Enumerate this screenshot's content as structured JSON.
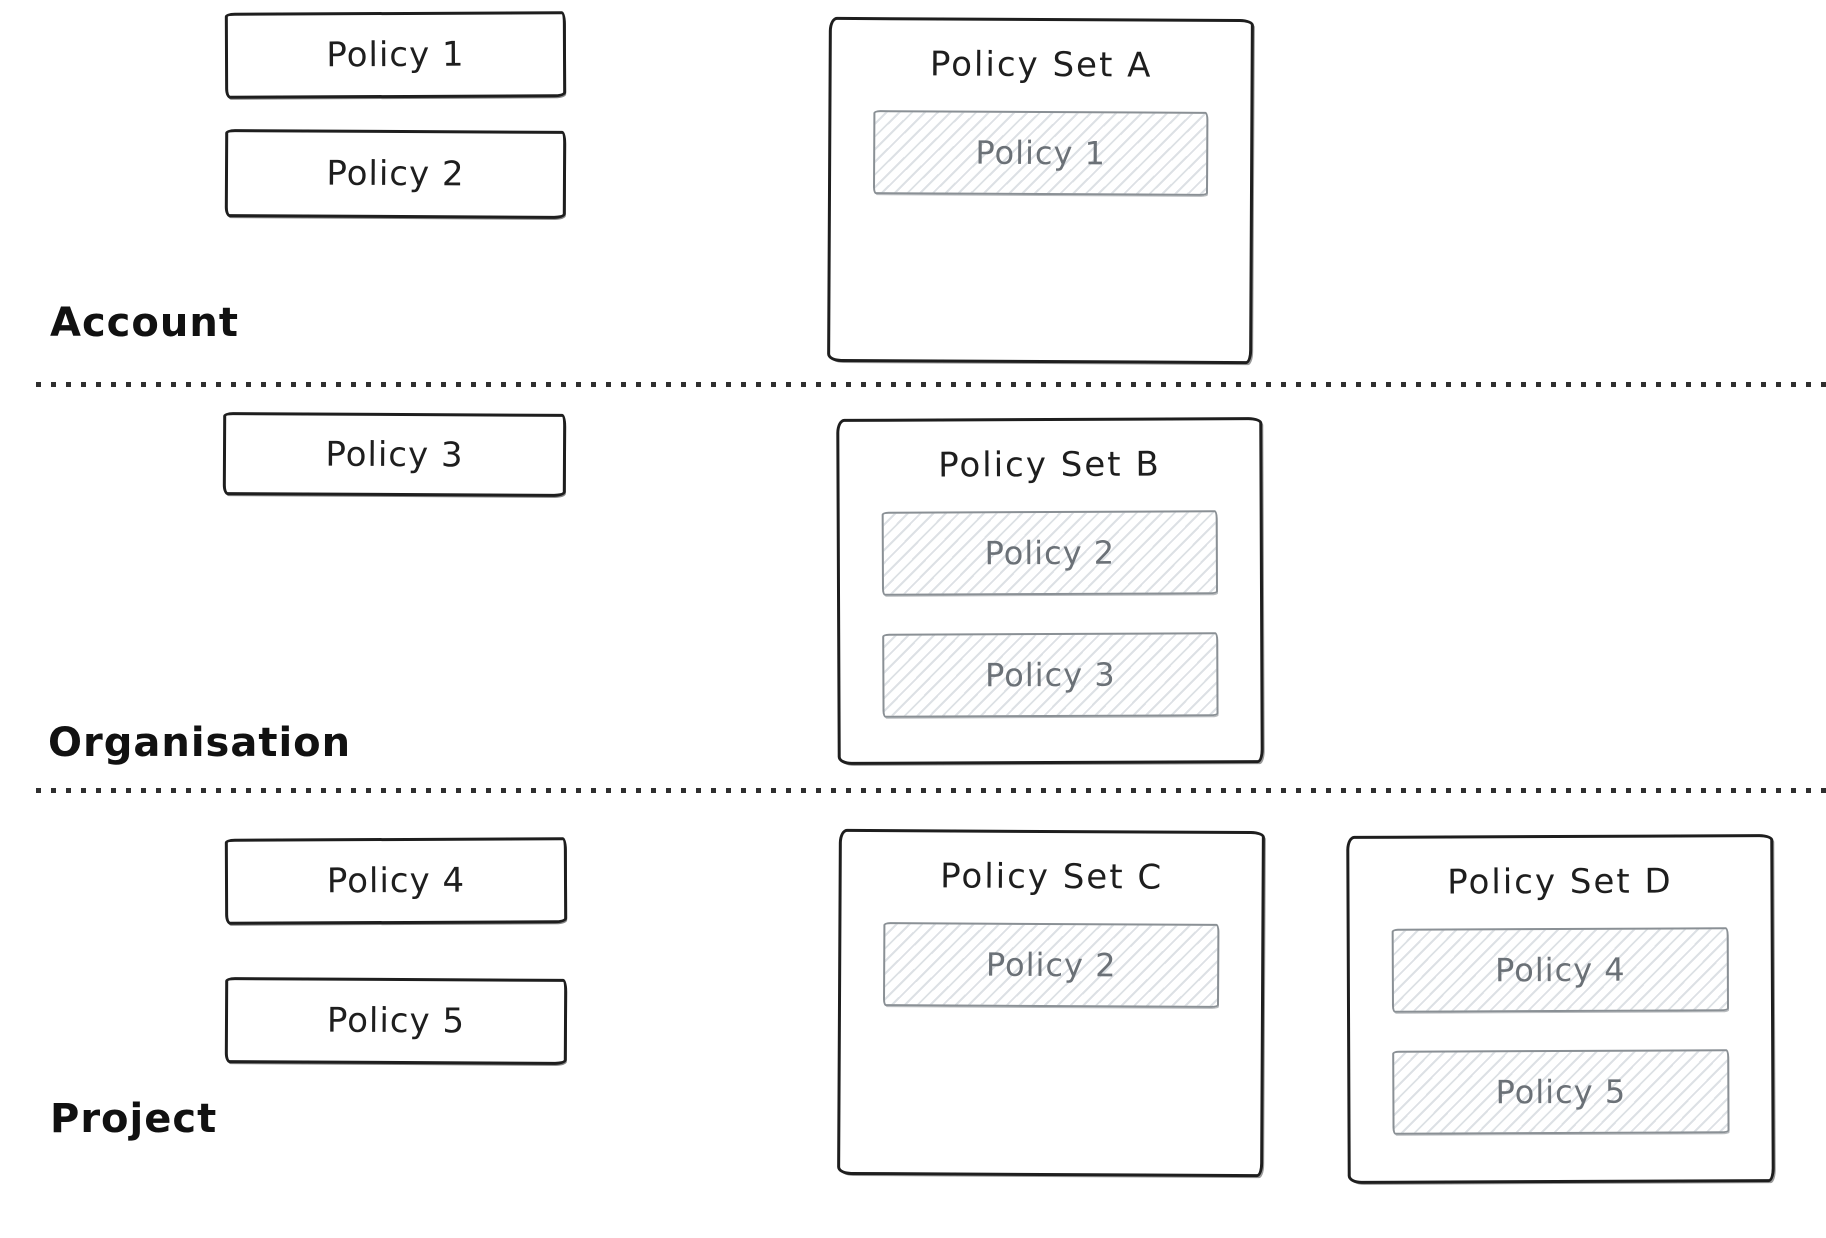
{
  "diagram": {
    "style": "hand-drawn",
    "colors": {
      "stroke": "#1e1e1e",
      "member_stroke": "#8a9095",
      "member_text": "#6b7177",
      "hatch_line": "#dde1e5",
      "divider_dot": "#2f2f2f",
      "background": "#ffffff"
    }
  },
  "bands": [
    {
      "label": "Account",
      "policies": [
        {
          "label": "Policy 1"
        },
        {
          "label": "Policy 2"
        }
      ],
      "policy_sets": [
        {
          "title": "Policy Set A",
          "members": [
            {
              "label": "Policy 1"
            }
          ]
        }
      ]
    },
    {
      "label": "Organisation",
      "policies": [
        {
          "label": "Policy 3"
        }
      ],
      "policy_sets": [
        {
          "title": "Policy Set B",
          "members": [
            {
              "label": "Policy 2"
            },
            {
              "label": "Policy 3"
            }
          ]
        }
      ]
    },
    {
      "label": "Project",
      "policies": [
        {
          "label": "Policy 4"
        },
        {
          "label": "Policy 5"
        }
      ],
      "policy_sets": [
        {
          "title": "Policy Set C",
          "members": [
            {
              "label": "Policy 2"
            }
          ]
        },
        {
          "title": "Policy Set D",
          "members": [
            {
              "label": "Policy 4"
            },
            {
              "label": "Policy 5"
            }
          ]
        }
      ]
    }
  ]
}
